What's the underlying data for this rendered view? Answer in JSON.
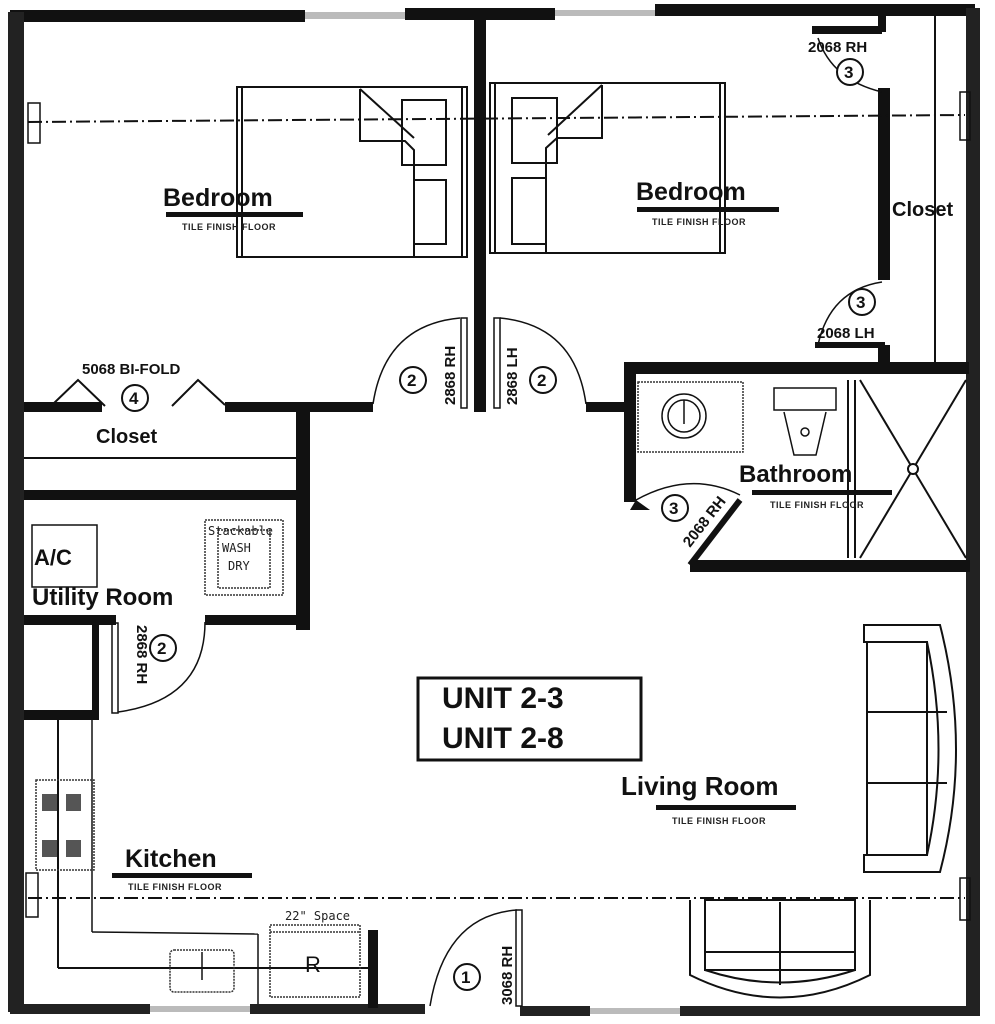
{
  "plan": {
    "unit_labels": [
      "UNIT  2-3",
      "UNIT  2-8"
    ],
    "rooms": {
      "bedroom_left": {
        "name": "Bedroom",
        "floor": "TILE FINISH FLOOR"
      },
      "bedroom_right": {
        "name": "Bedroom",
        "floor": "TILE FINISH FLOOR"
      },
      "closet_right": {
        "name": "Closet"
      },
      "closet_left": {
        "name": "Closet"
      },
      "bathroom": {
        "name": "Bathroom",
        "floor": "TILE FINISH FLOOR"
      },
      "utility": {
        "name": "Utility  Room"
      },
      "living": {
        "name": "Living Room",
        "floor": "TILE FINISH FLOOR"
      },
      "kitchen": {
        "name": "Kitchen",
        "floor": "TILE FINISH FLOOR"
      }
    },
    "doors": [
      {
        "id": "closet-top",
        "number": "3",
        "spec": "2068 RH"
      },
      {
        "id": "closet-bottom",
        "number": "3",
        "spec": "2068 LH"
      },
      {
        "id": "bedroom-left",
        "number": "2",
        "spec": "2868 RH"
      },
      {
        "id": "bedroom-right",
        "number": "2",
        "spec": "2868 LH"
      },
      {
        "id": "bifold-closet",
        "number": "4",
        "spec": "5068 BI-FOLD"
      },
      {
        "id": "bathroom",
        "number": "3",
        "spec": "2068 RH"
      },
      {
        "id": "utility",
        "number": "2",
        "spec": "2868 RH"
      },
      {
        "id": "entry",
        "number": "1",
        "spec": "3068 RH"
      }
    ],
    "fixtures": {
      "ac": "A/C",
      "washer_line1": "Stackable",
      "washer_line2": "WASH",
      "washer_line3": "DRY",
      "fridge_space": "22\" Space",
      "fridge": "R"
    }
  }
}
